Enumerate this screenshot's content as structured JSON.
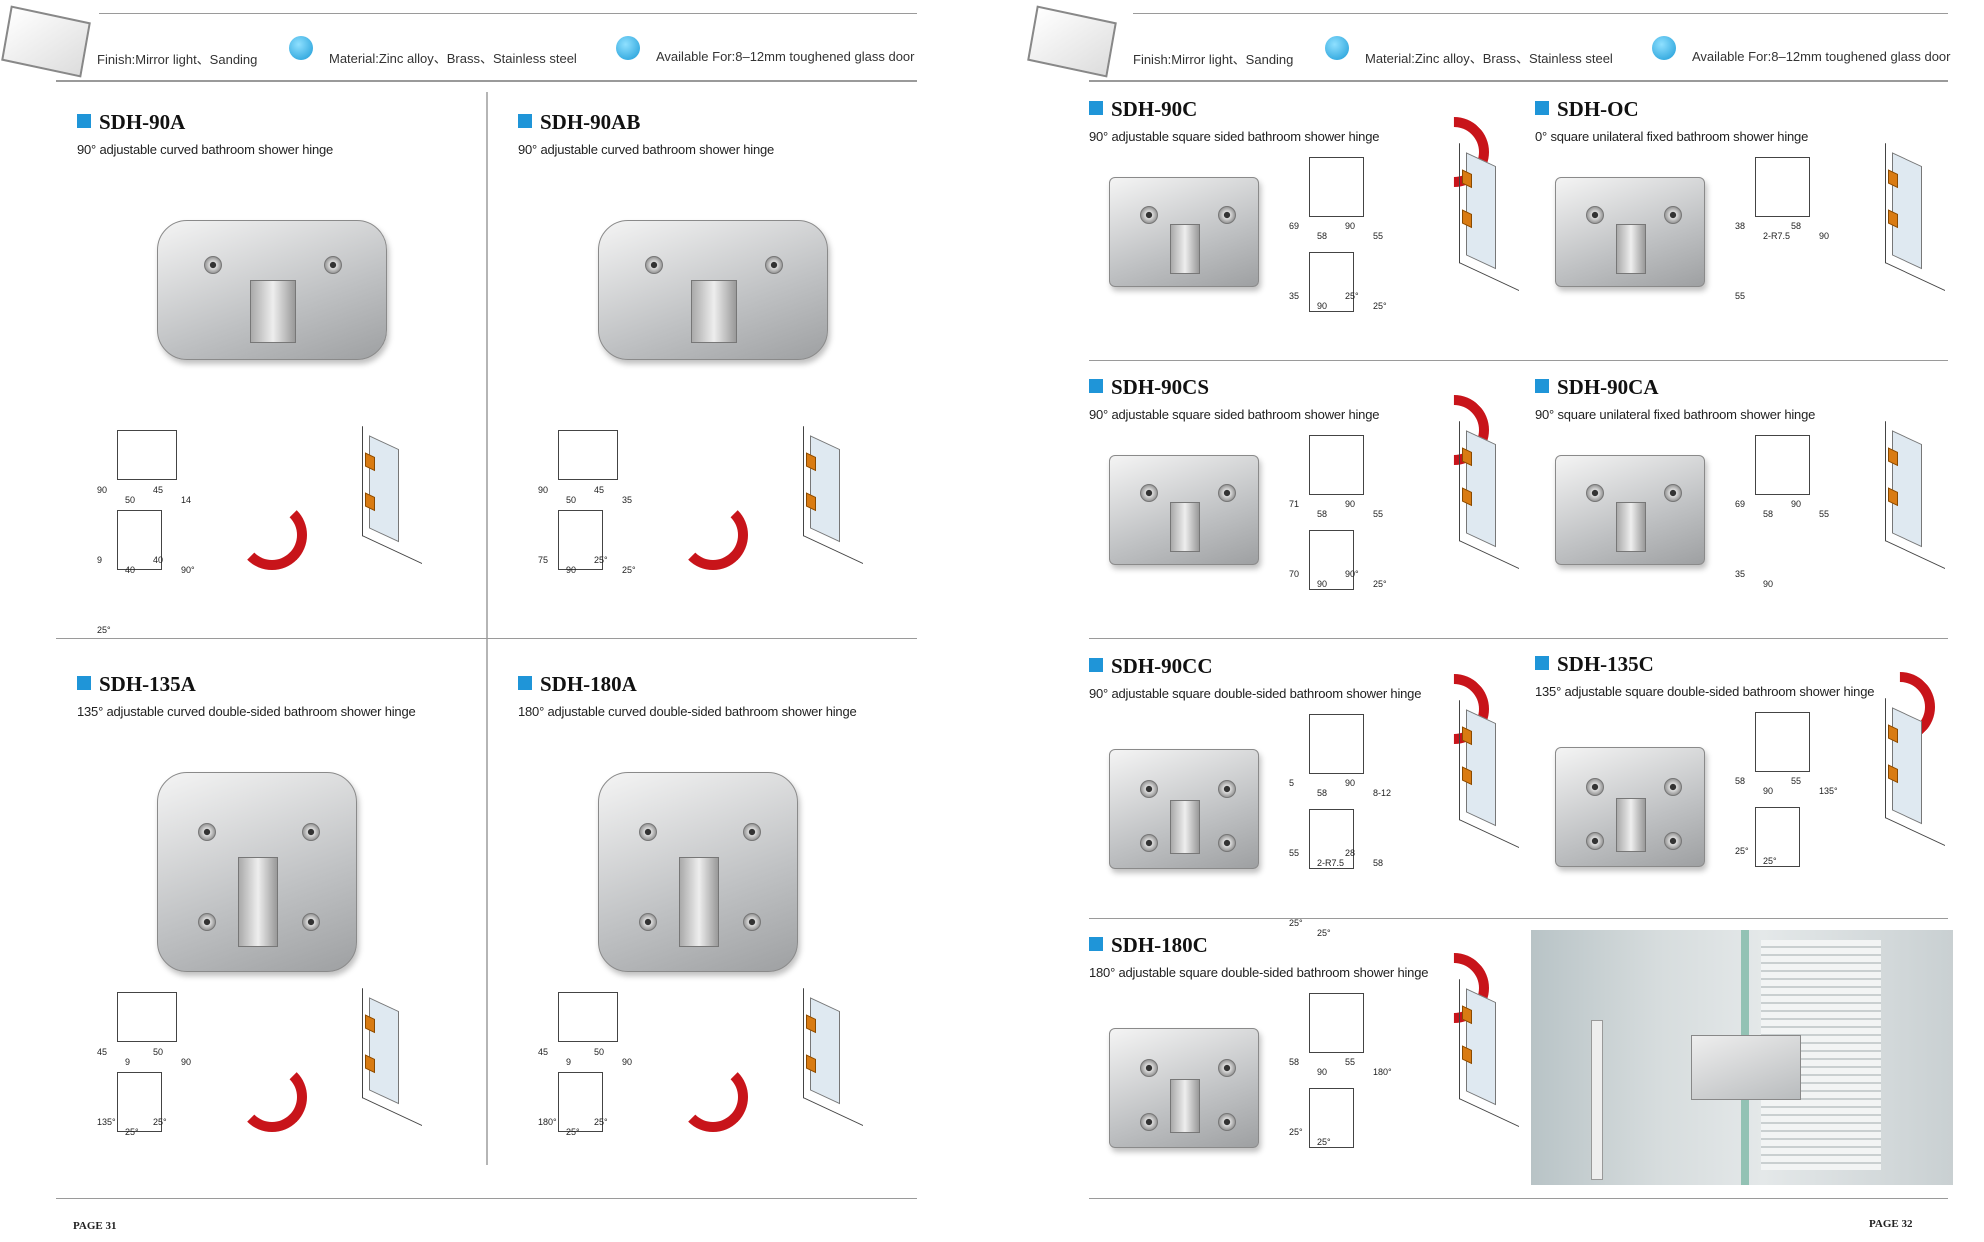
{
  "header": {
    "finish": "Finish:Mirror light、Sanding",
    "material": "Material:Zinc alloy、Brass、Stainless steel",
    "available": "Available  For:8–12mm toughened glass door",
    "icons": [
      "diamond-icon",
      "refresh-icon"
    ]
  },
  "pages": [
    {
      "label": "PAGE 31"
    },
    {
      "label": "PAGE 32"
    }
  ],
  "products": [
    {
      "code": "SDH-90A",
      "desc": "90° adjustable curved bathroom shower hinge",
      "dims": [
        "90",
        "50",
        "45",
        "14",
        "9",
        "40",
        "40",
        "90°",
        "25°"
      ]
    },
    {
      "code": "SDH-90AB",
      "desc": "90° adjustable curved bathroom shower hinge",
      "dims": [
        "90",
        "50",
        "45",
        "35",
        "75",
        "90",
        "25°",
        "25°"
      ]
    },
    {
      "code": "SDH-135A",
      "desc": "135° adjustable curved double-sided bathroom shower hinge",
      "dims": [
        "45",
        "9",
        "50",
        "90",
        "135°",
        "25°",
        "25°"
      ]
    },
    {
      "code": "SDH-180A",
      "desc": "180° adjustable curved double-sided bathroom shower hinge",
      "dims": [
        "45",
        "9",
        "50",
        "90",
        "180°",
        "25°",
        "25°"
      ]
    },
    {
      "code": "SDH-90C",
      "desc": "90° adjustable square sided bathroom shower hinge",
      "dims": [
        "69",
        "58",
        "90",
        "55",
        "35",
        "90",
        "25°",
        "25°"
      ]
    },
    {
      "code": "SDH-OC",
      "desc": "0° square unilateral fixed bathroom shower hinge",
      "dims": [
        "38",
        "2-R7.5",
        "58",
        "90",
        "55"
      ]
    },
    {
      "code": "SDH-90CS",
      "desc": "90° adjustable square sided bathroom shower hinge",
      "dims": [
        "71",
        "58",
        "90",
        "55",
        "70",
        "90",
        "90°",
        "25°"
      ]
    },
    {
      "code": "SDH-90CA",
      "desc": "90° square unilateral fixed bathroom shower hinge",
      "dims": [
        "69",
        "58",
        "90",
        "55",
        "35",
        "90"
      ]
    },
    {
      "code": "SDH-90CC",
      "desc": "90° adjustable square double-sided bathroom shower hinge",
      "dims": [
        "5",
        "58",
        "90",
        "8-12",
        "55",
        "2-R7.5",
        "28",
        "58",
        "25°",
        "25°"
      ]
    },
    {
      "code": "SDH-135C",
      "desc": "135° adjustable square double-sided bathroom shower hinge",
      "dims": [
        "58",
        "90",
        "55",
        "135°",
        "25°",
        "25°"
      ]
    },
    {
      "code": "SDH-180C",
      "desc": "180° adjustable square double-sided bathroom shower hinge",
      "dims": [
        "58",
        "90",
        "55",
        "180°",
        "25°",
        "25°"
      ]
    }
  ]
}
